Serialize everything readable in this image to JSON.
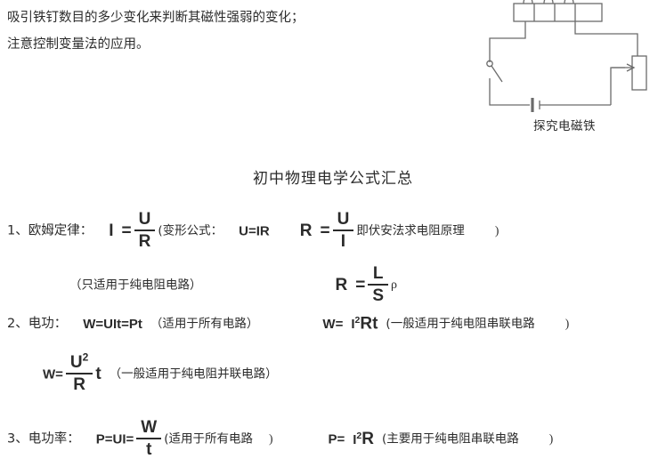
{
  "intro": {
    "lines": [
      "吸引铁钉数目的多少变化来判断其磁性强弱的变化；",
      "注意控制变量法的应用。"
    ]
  },
  "figure": {
    "caption": "探究电磁铁",
    "components": [
      "electromagnet-coil",
      "switch",
      "battery",
      "rheostat"
    ],
    "line_color": "#6b6b6b"
  },
  "title": "初中物理电学公式汇总",
  "formulas": {
    "ohm": {
      "index": "1、",
      "name": "欧姆定律：",
      "main_lhs": "I",
      "main_eq": "=",
      "main_num": "U",
      "main_den": "R",
      "variant_open": "(变形公式：",
      "variant_1": "U=IR",
      "variant_2_lhs": "R",
      "variant_2_eq": "=",
      "variant_2_num": "U",
      "variant_2_den": "I",
      "variant_2_note": "即伏安法求电阻原理",
      "close": ")",
      "condition": "（只适用于纯电阻电路）",
      "resistivity_lhs": "R",
      "resistivity_eq": "=",
      "resistivity_num": "L",
      "resistivity_den": "S",
      "resistivity_rho": "ρ"
    },
    "work": {
      "index": "2、",
      "name": "电功：",
      "main": "W=UIt=Pt",
      "main_note": "（适用于所有电路）",
      "series_lhs": "W=",
      "series_expr_base": "I",
      "series_expr_sup": "2",
      "series_expr_tail": "Rt",
      "series_note": "(一般适用于纯电阻串联电路",
      "series_close": ")",
      "parallel_lhs": "W=",
      "parallel_num": "U",
      "parallel_num_sup": "2",
      "parallel_den": "R",
      "parallel_tail": "t",
      "parallel_note": "（一般适用于纯电阻并联电路）"
    },
    "power": {
      "index": "3、",
      "name": "电功率：",
      "main_lhs": "P=UI=",
      "main_num": "W",
      "main_den": "t",
      "main_note": "(适用于所有电路",
      "main_close": ")",
      "series_lhs": "P=",
      "series_expr_base": "I",
      "series_expr_sup": "2",
      "series_expr_tail": "R",
      "series_note": "(主要用于纯电阻串联电路",
      "series_close": ")"
    }
  }
}
